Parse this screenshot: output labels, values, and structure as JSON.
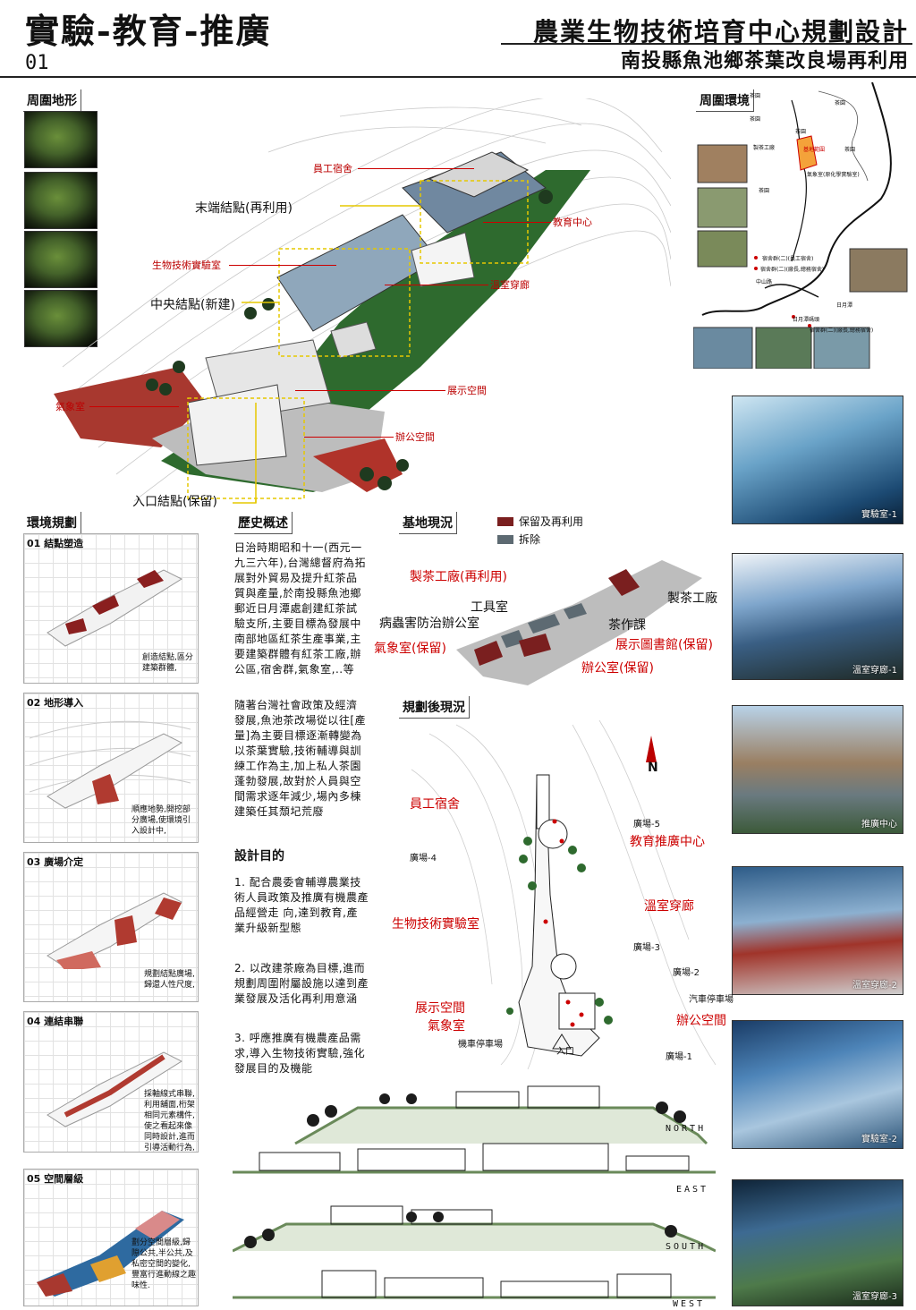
{
  "header": {
    "title": "實驗-教育-推廣",
    "number": "01",
    "main_title": "農業生物技術培育中心規劃設計",
    "subtitle": "南投縣魚池鄉茶葉改良場再利用"
  },
  "terrain": {
    "label": "周圍地形"
  },
  "surroundings": {
    "label": "周圍環境",
    "map_labels": [
      "茶園",
      "茶園",
      "茶園",
      "茶園",
      "製茶工廠",
      "基地範圍",
      "茶園",
      "氣象室(原化學實驗室)",
      "茶園",
      "宿舍群(二)(員工宿舍)",
      "宿舍群(二)(廠長,總務宿舍)",
      "中山路",
      "日月潭",
      "日月潭碼頭",
      "宿舍群(二)(廠長,總務宿舍)"
    ]
  },
  "axon": {
    "labels": {
      "staff_dorm": "員工宿舍",
      "end_node": "末端結點(再利用)",
      "edu_center": "教育中心",
      "biotech_lab": "生物技術實驗室",
      "greenhouse": "溫室穿廊",
      "central_node": "中央結點(新建)",
      "exhibit": "展示空間",
      "weather": "氣象室",
      "office": "辦公空間",
      "entry_node": "入口結點(保留)"
    }
  },
  "env_planning": {
    "label": "環境規劃",
    "steps": [
      {
        "title": "01 結點塑造",
        "note": "創造結點,區分建築群體,"
      },
      {
        "title": "02 地形導入",
        "note": "順應地勢,開挖部分廣場,使環境引入設計中,"
      },
      {
        "title": "03 廣場介定",
        "note": "規劃結點廣場,歸還人性尺度,"
      },
      {
        "title": "04 連結串聯",
        "note": "採軸線式串聯,利用舖面,桁架相同元素構件,使之看起來像同時設計,進而引導活動行為,"
      },
      {
        "title": "05 空間層級",
        "note": "劃分空間層級,歸隙公共,半公共,及私密空間的變化,豐富行進動線之趣味性."
      }
    ]
  },
  "history": {
    "label": "歷史概述",
    "para1": "日治時期昭和十一(西元一九三六年),台灣總督府為拓展對外貿易及提升紅茶品質與產量,於南投縣魚池鄉郵近日月潭處創建紅茶試驗支所,主要目標為發展中南部地區紅茶生產事業,主要建築群體有紅茶工廠,辦公區,宿舍群,氣象室,..等",
    "para2": "隨著台灣社會政策及經濟發展,魚池茶改場從以往[產量]為主要目標逐漸轉變為以茶葉實驗,技術輔導與訓練工作為主,加上私人茶園蓬勃發展,故對於人員與空間需求逐年減少,場內多棟建築任其頹圮荒廢"
  },
  "design_goal": {
    "label": "設計目的",
    "items": [
      "1. 配合農委會輔導農業技術人員政策及推廣有機農產品經營走 向,達到教育,產業升級新型態",
      "2. 以改建茶廠為目標,進而規劃周圍附屬設施以達到產業發展及活化再利用意涵",
      "3. 呼應推廣有機農產品需求,導入生物技術實驗,強化發展目的及機能"
    ]
  },
  "site_status": {
    "label": "基地現況",
    "legend": [
      {
        "label": "保留及再利用",
        "color": "#7a1f1f"
      },
      {
        "label": "拆除",
        "color": "#5d6a72"
      }
    ],
    "buildings": {
      "tea_factory_reuse": "製茶工廠(再利用)",
      "tea_factory": "製茶工廠",
      "tool_room": "工具室",
      "pest_office": "病蟲害防治辦公室",
      "tea_section": "茶作課",
      "weather_keep": "氣象室(保留)",
      "library_keep": "展示圖書館(保留)",
      "office_keep": "辦公室(保留)"
    }
  },
  "plan_after": {
    "label": "規劃後現況",
    "north": "N",
    "labels": {
      "staff_dorm": "員工宿舍",
      "plaza5": "廣場-5",
      "edu_promo": "教育推廣中心",
      "plaza4": "廣場-4",
      "greenhouse": "溫室穿廊",
      "biotech": "生物技術實驗室",
      "plaza3": "廣場-3",
      "plaza2": "廣場-2",
      "car_park": "汽車停車場",
      "exhibit": "展示空間",
      "office": "辦公空間",
      "weather": "氣象室",
      "moto_park": "機車停車場",
      "entry": "入口",
      "plaza1": "廣場-1"
    }
  },
  "elevations": {
    "north": "NORTH",
    "east": "EAST",
    "south": "SOUTH",
    "west": "WEST"
  },
  "renders": [
    {
      "label": "實驗室-1"
    },
    {
      "label": "溫室穿廊-1"
    },
    {
      "label": "推廣中心"
    },
    {
      "label": "溫室穿廊-2"
    },
    {
      "label": "實驗室-2"
    },
    {
      "label": "溫室穿廊-3"
    }
  ]
}
